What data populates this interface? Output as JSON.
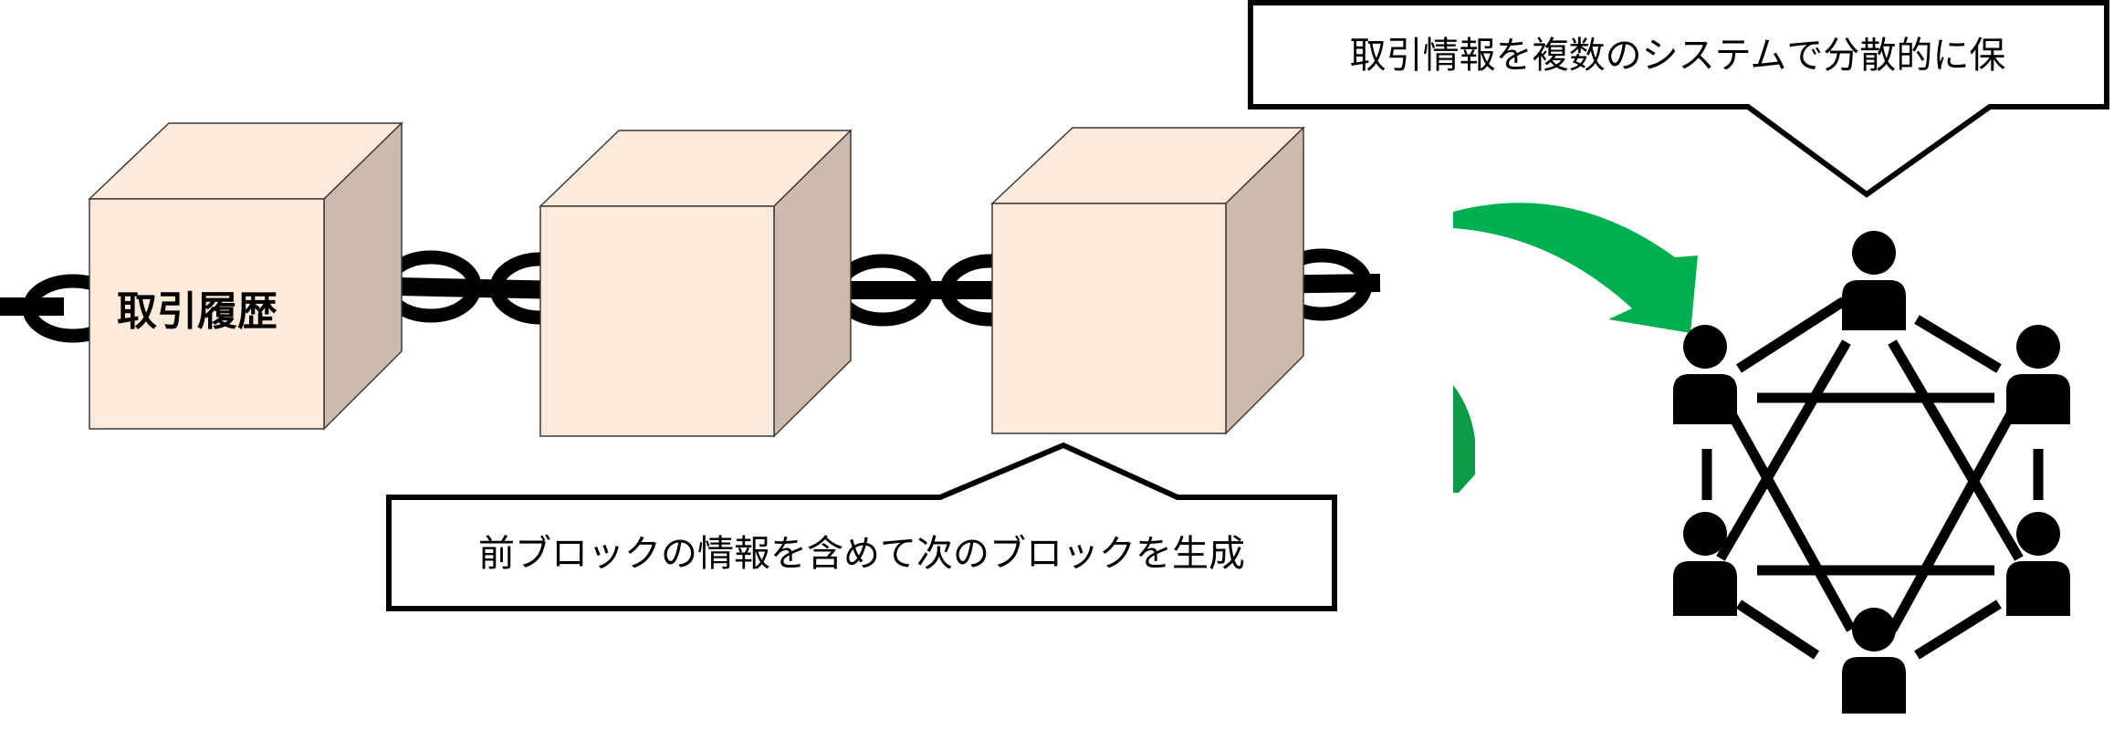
{
  "block_chain": {
    "blocks": [
      {
        "label": "取引履歴"
      },
      {
        "label": ""
      },
      {
        "label": ""
      }
    ]
  },
  "callouts": {
    "block_generation": "前ブロックの情報を含めて次のブロックを生成",
    "distributed_storage": "取引情報を複数のシステムで分散的に保"
  },
  "network": {
    "nodes": 6
  },
  "colors": {
    "cube_front": "#FDEADB",
    "cube_top": "#FDEADB",
    "cube_side": "#CDBAAC",
    "cube_edge": "#3a3a3a",
    "chain": "#000000",
    "arrow_green": "#00B050",
    "arrow_green_dark": "#0A9A48",
    "people": "#000000"
  }
}
